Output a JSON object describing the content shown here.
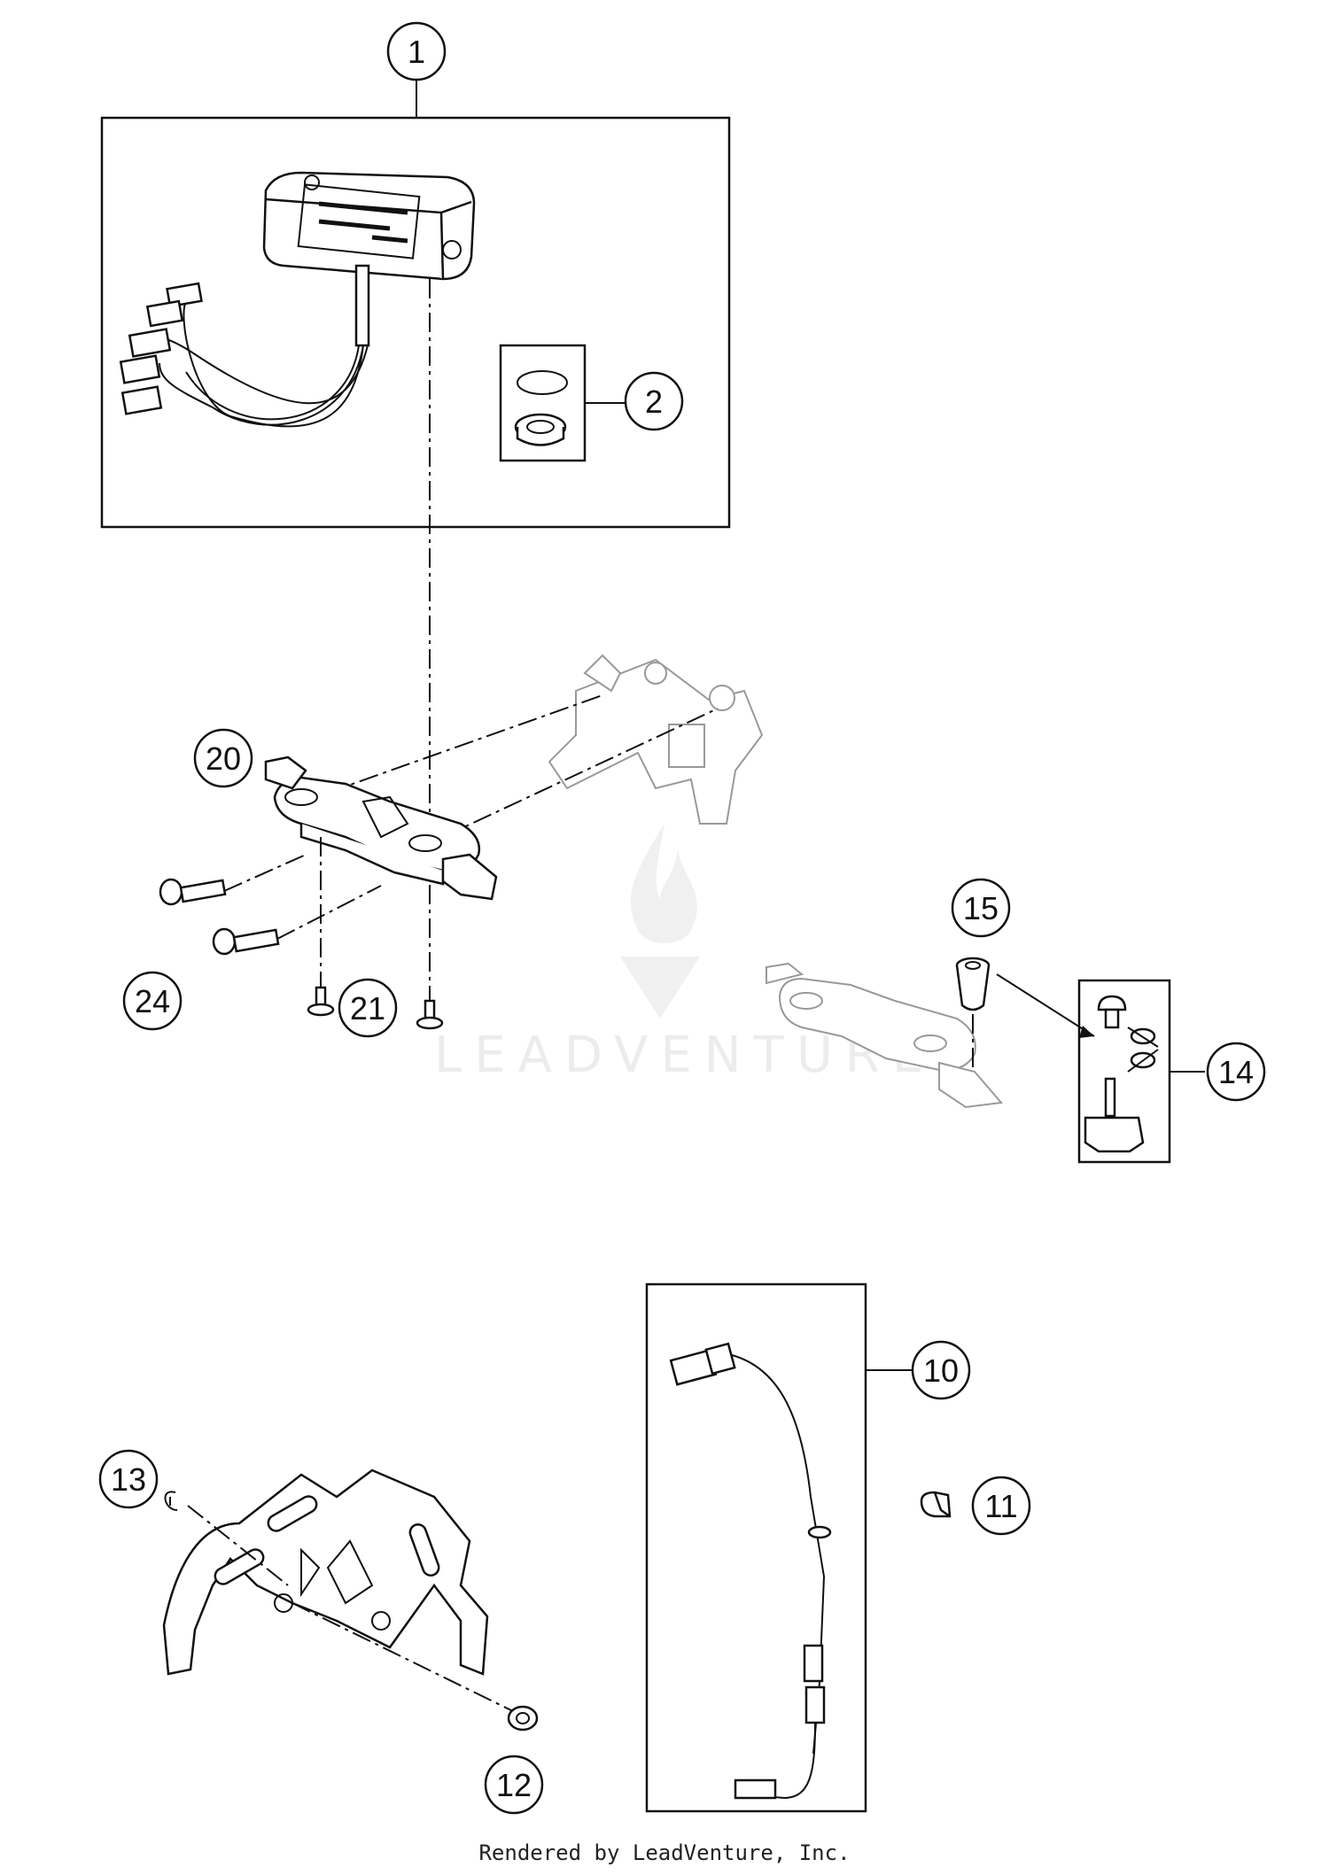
{
  "callouts": {
    "c1": "1",
    "c2": "2",
    "c10": "10",
    "c11": "11",
    "c12": "12",
    "c13": "13",
    "c14": "14",
    "c15": "15",
    "c20": "20",
    "c21": "21",
    "c24": "24"
  },
  "watermark": {
    "text": "LEADVENTURE"
  },
  "footer": {
    "text": "Rendered by LeadVenture, Inc."
  }
}
